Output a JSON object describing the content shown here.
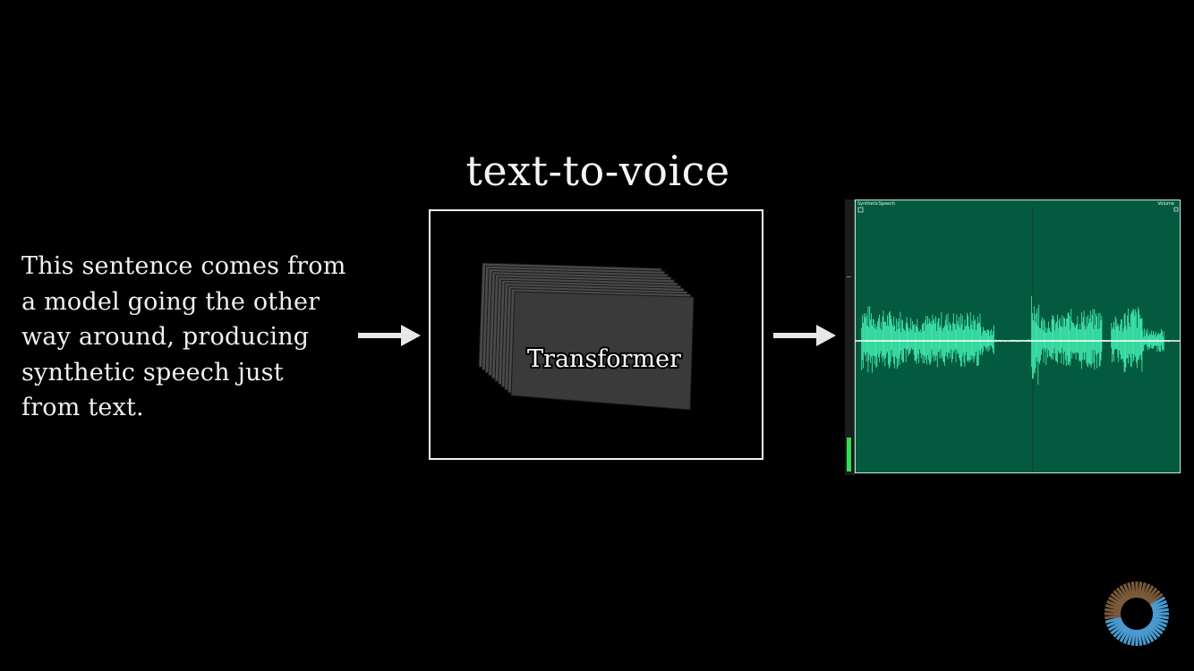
{
  "input": {
    "lines": [
      "This sentence comes from",
      "a model going the other",
      "way around, producing",
      "synthetic speech just",
      "from text."
    ]
  },
  "stage": {
    "title": "text-to-voice",
    "model_label": "Transformer"
  },
  "output": {
    "track_name": "SyntheticSpeech",
    "volume_label": "Volume"
  },
  "colors": {
    "background": "#000000",
    "foreground": "#f2f2f2",
    "wave_background": "#045a3f",
    "waveform": "#3fe6ab",
    "layer_face": "#3a3a3a"
  },
  "icons": {
    "logo": "pi-creature-eye-logo"
  }
}
